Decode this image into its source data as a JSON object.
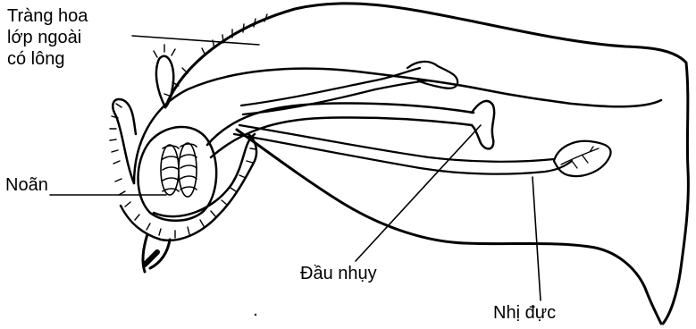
{
  "labels": {
    "corolla": [
      "Tràng hoa",
      "lớp ngoài",
      "có lông"
    ],
    "ovule": "Noãn",
    "stigma": "Đầu nhụy",
    "stamen": "Nhị đực"
  },
  "colors": {
    "line": "#000000",
    "background": "#ffffff"
  }
}
